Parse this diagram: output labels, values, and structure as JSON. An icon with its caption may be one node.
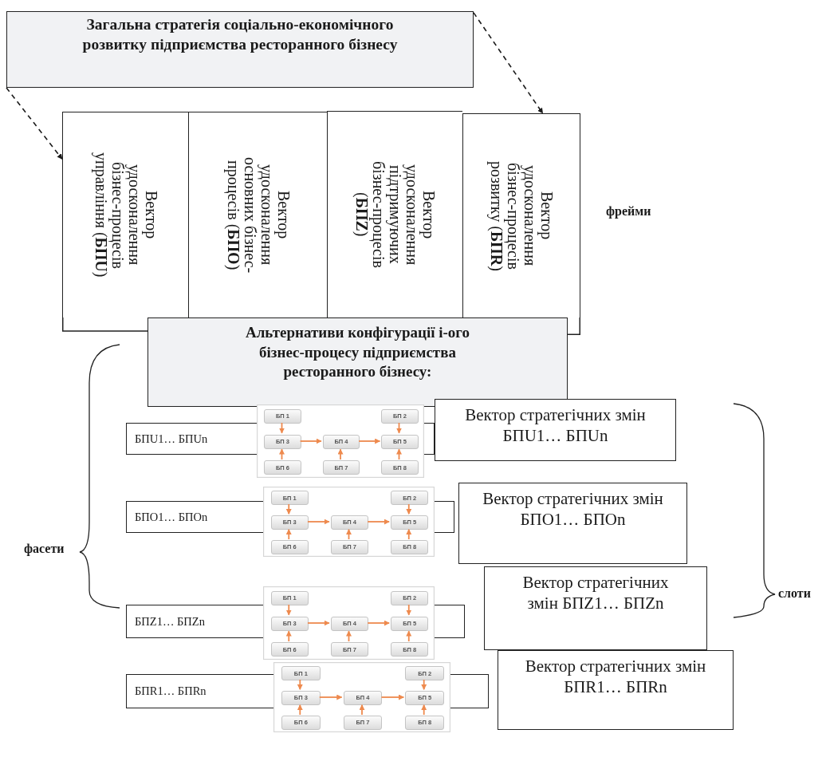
{
  "diagram": {
    "nodes": [
      {
        "text": [
          "Загальна стратегія соціально-економічного розвитку підприємства ресторанного бізнесу"
        ]
      },
      {
        "text": [
          "Вектор удосконалення бізнес-процесів управління (**БПU**)"
        ]
      },
      {
        "text": [
          "Вектор удосконалення основних бізнес-процесів (**БПО**)"
        ]
      },
      {
        "text": [
          "Вектор удосконалення підтримуючих бізнес-процесів (**БПZ**)"
        ]
      },
      {
        "text": [
          "Вектор удосконалення бізнес-процесів розвитку (**БПR**)"
        ]
      },
      {
        "text": [
          "Альтернативи конфігурації і-ого бізнес-процесу підприємства ресторанного бізнесу:"
        ]
      },
      {
        "text": [
          "БПU1… БПUn"
        ]
      },
      {
        "text": [],
        "shape": "box"
      },
      {
        "text": [
          "БП 1"
        ],
        "in": 7
      },
      {
        "text": [
          "БП 2"
        ],
        "in": 7
      },
      {
        "text": [
          "БП 3"
        ],
        "in": 7
      },
      {
        "text": [
          "БП 4"
        ],
        "in": 7
      },
      {
        "text": [
          "БП 5"
        ],
        "in": 7
      },
      {
        "text": [
          "БП 6"
        ],
        "in": 7
      },
      {
        "text": [
          "БП 7"
        ],
        "in": 7
      },
      {
        "text": [
          "БП 8"
        ],
        "in": 7
      },
      {
        "text": [
          "Вектор стратегічних змін БПU1… БПUn"
        ]
      },
      {
        "text": [
          "БПО1… БПОn"
        ]
      },
      {
        "text": [],
        "shape": "box"
      },
      {
        "text": [
          "БП 1"
        ],
        "in": 18
      },
      {
        "text": [
          "БП 2"
        ],
        "in": 18
      },
      {
        "text": [
          "БП 3"
        ],
        "in": 18
      },
      {
        "text": [
          "БП 4"
        ],
        "in": 18
      },
      {
        "text": [
          "БП 5"
        ],
        "in": 18
      },
      {
        "text": [
          "БП 6"
        ],
        "in": 18
      },
      {
        "text": [
          "БП 7"
        ],
        "in": 18
      },
      {
        "text": [
          "БП 8"
        ],
        "in": 18
      },
      {
        "text": [
          "Вектор стратегічних змін БПО1… БПОn"
        ]
      },
      {
        "text": [
          "БПZ1… БПZn"
        ]
      },
      {
        "text": [],
        "shape": "box"
      },
      {
        "text": [
          "БП 1"
        ],
        "in": 29
      },
      {
        "text": [
          "БП 2"
        ],
        "in": 29
      },
      {
        "text": [
          "БП 3"
        ],
        "in": 29
      },
      {
        "text": [
          "БП 4"
        ],
        "in": 29
      },
      {
        "text": [
          "БП 5"
        ],
        "in": 29
      },
      {
        "text": [
          "БП 6"
        ],
        "in": 29
      },
      {
        "text": [
          "БП 7"
        ],
        "in": 29
      },
      {
        "text": [
          "БП 8"
        ],
        "in": 29
      },
      {
        "text": [
          "Вектор стратегічних змін БПZ1… БПZn"
        ]
      },
      {
        "text": [
          "БПR1… БПRn"
        ]
      },
      {
        "text": [],
        "shape": "box"
      },
      {
        "text": [
          "БП 1"
        ],
        "in": 40
      },
      {
        "text": [
          "БП 2"
        ],
        "in": 40
      },
      {
        "text": [
          "БП 3"
        ],
        "in": 40
      },
      {
        "text": [
          "БП 4"
        ],
        "in": 40
      },
      {
        "text": [
          "БП 5"
        ],
        "in": 40
      },
      {
        "text": [
          "БП 6"
        ],
        "in": 40
      },
      {
        "text": [
          "БП 7"
        ],
        "in": 40
      },
      {
        "text": [
          "БП 8"
        ],
        "in": 40
      },
      {
        "text": [
          "Вектор стратегічних змін БПR1… БПRn"
        ]
      }
    ],
    "edges": [
      {
        "from": 0,
        "to": 1,
        "arrow": "to",
        "style": "dashed",
        "color": "#1a1a1a"
      },
      {
        "from": 0,
        "to": 4,
        "arrow": "to",
        "style": "dashed",
        "color": "#1a1a1a"
      },
      {
        "from": 8,
        "to": 10,
        "arrow": "to"
      },
      {
        "from": 9,
        "to": 12,
        "arrow": "to"
      },
      {
        "from": 10,
        "to": 11,
        "arrow": "to"
      },
      {
        "from": 11,
        "to": 12,
        "arrow": "to"
      },
      {
        "from": 13,
        "to": 10,
        "arrow": "to"
      },
      {
        "from": 14,
        "to": 11,
        "arrow": "to"
      },
      {
        "from": 15,
        "to": 12,
        "arrow": "to"
      },
      {
        "from": 19,
        "to": 21,
        "arrow": "to"
      },
      {
        "from": 20,
        "to": 23,
        "arrow": "to"
      },
      {
        "from": 21,
        "to": 22,
        "arrow": "to"
      },
      {
        "from": 22,
        "to": 23,
        "arrow": "to"
      },
      {
        "from": 24,
        "to": 21,
        "arrow": "to"
      },
      {
        "from": 25,
        "to": 22,
        "arrow": "to"
      },
      {
        "from": 26,
        "to": 23,
        "arrow": "to"
      },
      {
        "from": 30,
        "to": 32,
        "arrow": "to"
      },
      {
        "from": 31,
        "to": 34,
        "arrow": "to"
      },
      {
        "from": 32,
        "to": 33,
        "arrow": "to"
      },
      {
        "from": 33,
        "to": 34,
        "arrow": "to"
      },
      {
        "from": 35,
        "to": 32,
        "arrow": "to"
      },
      {
        "from": 36,
        "to": 33,
        "arrow": "to"
      },
      {
        "from": 37,
        "to": 34,
        "arrow": "to"
      },
      {
        "from": 41,
        "to": 43,
        "arrow": "to"
      },
      {
        "from": 42,
        "to": 45,
        "arrow": "to"
      },
      {
        "from": 43,
        "to": 44,
        "arrow": "to"
      },
      {
        "from": 44,
        "to": 45,
        "arrow": "to"
      },
      {
        "from": 46,
        "to": 43,
        "arrow": "to"
      },
      {
        "from": 47,
        "to": 44,
        "arrow": "to"
      },
      {
        "from": 48,
        "to": 45,
        "arrow": "to"
      }
    ],
    "labels": [
      "фрейми",
      "фасети",
      "слоти"
    ]
  }
}
